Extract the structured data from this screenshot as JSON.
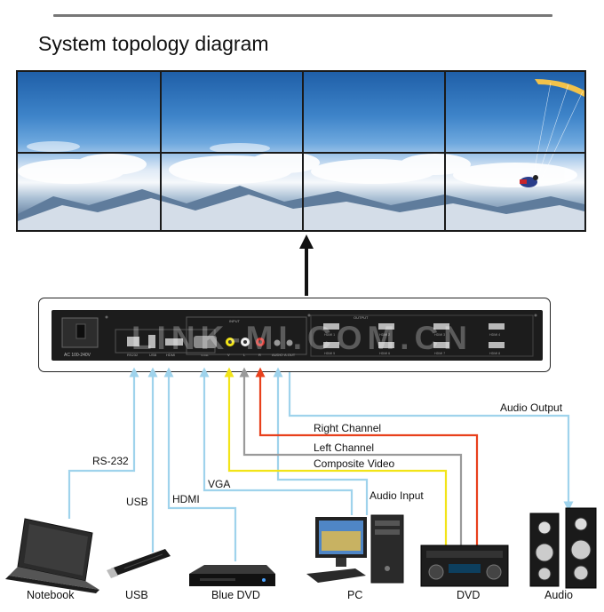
{
  "title": "System topology diagram",
  "watermark": "LINK-MI.COM.CN",
  "device_panel": {
    "power_label": "AC 100-240V",
    "port_labels": [
      "RS232",
      "USB",
      "HDMI",
      "VGA",
      "V",
      "L",
      "R",
      "AUDIO",
      "A.OUT"
    ],
    "section_labels": [
      "OUTPUT",
      "INPUT"
    ],
    "output_labels": [
      "HDMI 1",
      "HDMI 2",
      "HDMI 3",
      "HDMI 4",
      "HDMI 5",
      "HDMI 6",
      "HDMI 7",
      "HDMI 8"
    ]
  },
  "connections": {
    "rs232": "RS-232",
    "usb": "USB",
    "hdmi": "HDMI",
    "vga": "VGA",
    "audio_input": "Audio Input",
    "composite_video": "Composite Video",
    "left_channel": "Left Channel",
    "right_channel": "Right Channel",
    "audio_output": "Audio Output"
  },
  "devices": {
    "notebook": "Notebook",
    "usb": "USB",
    "blue_dvd": "Blue DVD",
    "pc": "PC",
    "dvd": "DVD",
    "audio": "Audio"
  },
  "colors": {
    "signal_line": "#9fd3ec",
    "composite_video": "#f2e418",
    "left_channel": "#9a9a9a",
    "right_channel": "#e8401c"
  }
}
